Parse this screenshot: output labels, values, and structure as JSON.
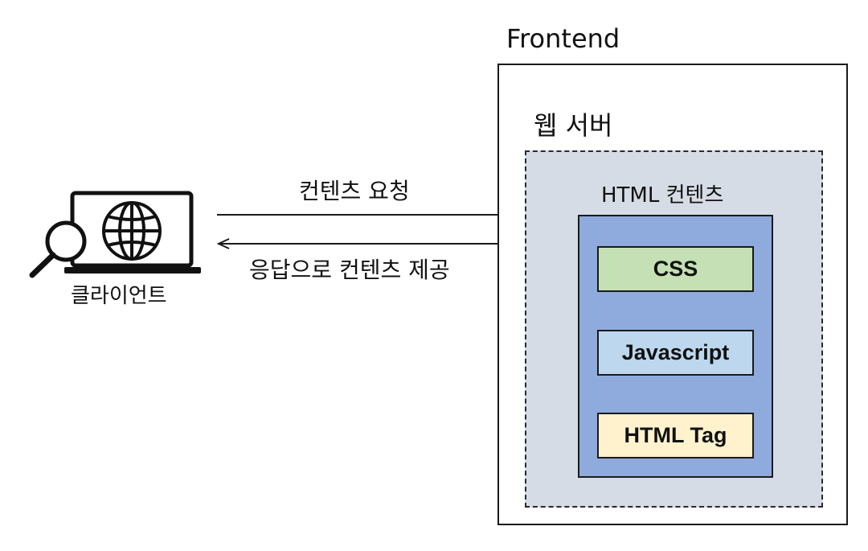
{
  "frontend": {
    "title": "Frontend",
    "web_server": {
      "title": "웹 서버",
      "html_content": {
        "title": "HTML 컨텐츠",
        "items": [
          "CSS",
          "Javascript",
          "HTML Tag"
        ]
      }
    }
  },
  "client": {
    "label": "클라이언트",
    "icon": "laptop-globe-magnifier-icon"
  },
  "arrows": {
    "request": "컨텐츠 요청",
    "response": "응답으로 컨텐츠 제공"
  },
  "colors": {
    "web_server_fill": "#d6dce5",
    "html_content_fill": "#8faadc",
    "css_fill": "#c5e0b4",
    "javascript_fill": "#bdd7ee",
    "html_tag_fill": "#fff2cc"
  }
}
